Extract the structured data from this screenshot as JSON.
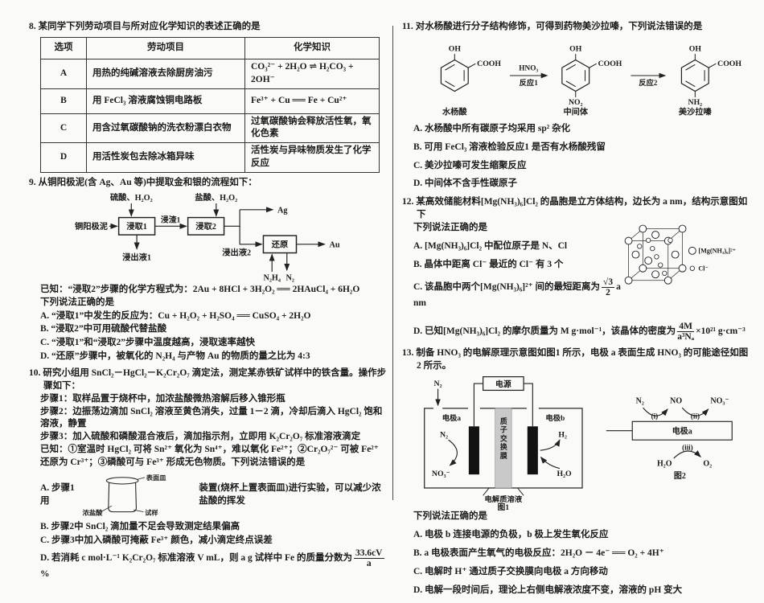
{
  "q8": {
    "num": "8.",
    "stem": "某同学下列劳动项目与所对应化学知识的表述正确的是",
    "table": {
      "headers": [
        "选项",
        "劳动项目",
        "化学知识"
      ],
      "rows": [
        {
          "opt": "A",
          "item": "用热的纯碱溶液去除厨房油污",
          "knowledge": "CO₃²⁻ + 2H₂O ⇌ H₂CO₃ + 2OH⁻"
        },
        {
          "opt": "B",
          "item": "用 FeCl₃ 溶液腐蚀铜电路板",
          "knowledge": "Fe³⁺ + Cu ══ Fe + Cu²⁺"
        },
        {
          "opt": "C",
          "item": "用含过氧碳酸钠的洗衣粉漂白衣物",
          "knowledge": "过氧碳酸钠会释放活性氧，氧化色素"
        },
        {
          "opt": "D",
          "item": "用活性炭包去除冰箱异味",
          "knowledge": "活性炭与异味物质发生了化学反应"
        }
      ]
    }
  },
  "q9": {
    "num": "9.",
    "stem": "从铜阳极泥(含 Ag、Au 等)中提取金和银的流程如下：",
    "flow": {
      "reagent1": "硫酸、H₂O₂",
      "reagent2": "盐酸、H₂O₂",
      "feed": "铜阳极泥",
      "box1": "浸取1",
      "box2": "浸取2",
      "box3": "还原",
      "residue1": "浸渣1",
      "liquor1": "浸出液1",
      "liquor2": "浸出液2",
      "ag": "Ag",
      "au": "Au",
      "n2h4": "N₂H₄",
      "n2": "N₂"
    },
    "known": "已知：“浸取2”步骤的化学方程式为：2Au + 8HCl + 3H₂O₂ ══ 2HAuCl₄ + 6H₂O",
    "lead": "下列说法正确的是",
    "options": [
      "A. “浸取1”中发生的反应为：Cu + H₂O₂ + H₂SO₄ ══ CuSO₄ + 2H₂O",
      "B. “浸取2”中可用硫酸代替盐酸",
      "C. “浸取1”和“浸取2”步骤中温度越高，浸取速率越快",
      "D. “还原”步骤中，被氧化的 N₂H₄ 与产物 Au 的物质的量之比为 4:3"
    ]
  },
  "q10": {
    "num": "10.",
    "stem": "研究小组用 SnCl₂－HgCl₂－K₂Cr₂O₇ 滴定法，测定某赤铁矿试样中的铁含量。操作步骤如下：",
    "steps": [
      "步骤1：取样品置于烧杯中，加浓盐酸微热溶解后移入锥形瓶",
      "步骤2：边振荡边滴加 SnCl₂ 溶液至黄色消失，过量 1－2 滴，冷却后滴入 HgCl₂ 饱和溶液，静置",
      "步骤3：加入硫酸和磷酸混合液后，滴加指示剂，立即用 K₂Cr₂O₇ 标准溶液滴定"
    ],
    "known": "已知：①室温时 HgCl₂ 可将 Sn²⁺ 氧化为 Sn⁴⁺，难以氧化 Fe²⁺；②Cr₂O₇²⁻ 可被 Fe²⁺ 还原为 Cr³⁺；③磷酸可与 Fe³⁺ 形成无色物质。下列说法错误的是",
    "optA": {
      "pre": "A. 步骤1用",
      "post": "装置(烧杯上置表面皿)进行实验，可以减少浓盐酸的挥发"
    },
    "beaker": {
      "watch_glass": "表面皿",
      "acid": "浓盐酸",
      "sample": "试样"
    },
    "optB": "B. 步骤2中 SnCl₂ 滴加量不足会导致测定结果偏高",
    "optC": "C. 步骤3中加入磷酸可掩蔽 Fe³⁺ 颜色，减小滴定终点误差",
    "optD": {
      "pre": "D. 若消耗 c mol·L⁻¹ K₂Cr₂O₇ 标准溶液 V mL，则 a g 试样中 Fe 的质量分数为",
      "frac_num": "33.6cV",
      "frac_den": "a",
      "post": "%"
    }
  },
  "q11": {
    "num": "11.",
    "stem": "对水杨酸进行分子结构修饰，可得到药物美沙拉嗪，下列说法错误的是",
    "fig": {
      "ring1": {
        "top": "OH",
        "right": "COOH",
        "name": "水杨酸"
      },
      "arrow1": {
        "top": "HNO₃",
        "bottom": "反应1"
      },
      "ring2": {
        "top": "OH",
        "right": "COOH",
        "bottom": "NO₂",
        "name": "中间体"
      },
      "arrow2": {
        "bottom": "反应2"
      },
      "ring3": {
        "top": "OH",
        "right": "COOH",
        "bottom": "NH₂",
        "name": "美沙拉嗪"
      }
    },
    "options": [
      "A. 水杨酸中所有碳原子均采用 sp² 杂化",
      "B. 可用 FeCl₃ 溶液检验反应1 是否有水杨酸残留",
      "C. 美沙拉嗪可发生缩聚反应",
      "D. 中间体不含手性碳原子"
    ]
  },
  "q12": {
    "num": "12.",
    "stem": "某高效储能材料[Mg(NH₃)₆]Cl₂ 的晶胞是立方体结构，边长为 a nm，结构示意图如下",
    "lead": "下列说法正确的是",
    "optA": "A. [Mg(NH₃)₆]Cl₂ 中配位原子是 N、Cl",
    "optB": "B. 晶体中距离 Cl⁻ 最近的 Cl⁻ 有 3 个",
    "optC": {
      "pre": "C. 该晶胞中两个[Mg(NH₃)₆]²⁺ 间的最短距离为",
      "frac_num": "√3",
      "frac_den": "2",
      "post": "a nm"
    },
    "optD": {
      "pre": "D. 已知[Mg(NH₃)₆]Cl₂ 的摩尔质量为 M g·mol⁻¹，该晶体的密度为",
      "frac_num": "4M",
      "frac_den": "a³Nₐ",
      "post": "×10²¹ g·cm⁻³"
    },
    "legend": {
      "big": "[Mg(NH₃)₆]²⁺",
      "small": "Cl⁻"
    }
  },
  "q13": {
    "num": "13.",
    "stem": "制备 HNO₃ 的电解原理示意图如图1 所示，电极 a 表面生成 HNO₃ 的可能途径如图2 所示。",
    "fig1": {
      "n2_in": "N₂",
      "power": "电源",
      "elec_a": "电极a",
      "elec_b": "电极b",
      "n2": "N₂",
      "no3": "NO₃⁻",
      "h2": "H₂",
      "h2o": "H₂O",
      "membrane": "质子交换膜",
      "solution": "电解质溶液",
      "caption": "图1"
    },
    "fig2": {
      "n2": "N₂",
      "i": "(i)",
      "no": "NO",
      "ii": "(ii)",
      "no3": "NO₃⁻",
      "electrode": "电极a",
      "iii": "(iii)",
      "h2o": "H₂O",
      "o2": "O₂",
      "caption": "图2"
    },
    "lead": "下列说法正确的是",
    "options": [
      "A. 电极 b 连接电源的负极，b 极上发生氧化反应",
      "B. a 电极表面产生氧气的电极反应：2H₂O － 4e⁻ ══ O₂ + 4H⁺",
      "C. 电解时 H⁺ 通过质子交换膜向电极 a 方向移动",
      "D. 电解一段时间后，理论上右侧电解液浓度不变，溶液的 pH 变大"
    ]
  }
}
